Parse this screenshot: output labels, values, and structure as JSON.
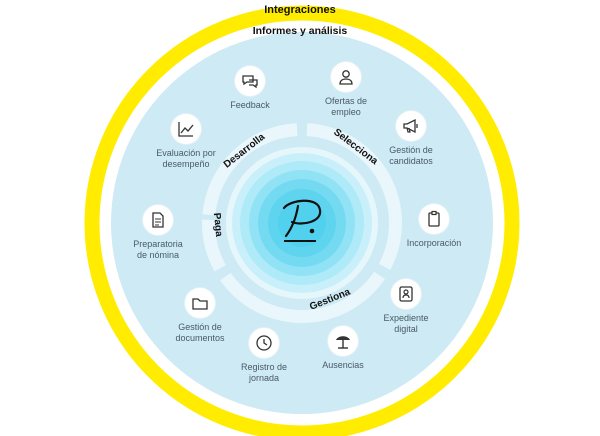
{
  "rings": {
    "outer_label": "Integraciones",
    "middle_label": "Informes y análisis"
  },
  "center": {
    "logo_text": "P.",
    "phases": [
      "Desarrolla",
      "Selecciona",
      "Gestiona",
      "Paga"
    ]
  },
  "modules": [
    {
      "id": "feedback",
      "label": [
        "Feedback"
      ],
      "icon": "chat-bubbles-icon"
    },
    {
      "id": "ofertas",
      "label": [
        "Ofertas de",
        "empleo"
      ],
      "icon": "person-icon"
    },
    {
      "id": "gestion-candidatos",
      "label": [
        "Gestión de",
        "candidatos"
      ],
      "icon": "megaphone-icon"
    },
    {
      "id": "incorporacion",
      "label": [
        "Incorporación"
      ],
      "icon": "clipboard-icon"
    },
    {
      "id": "expediente",
      "label": [
        "Expediente",
        "digital"
      ],
      "icon": "id-card-icon"
    },
    {
      "id": "ausencias",
      "label": [
        "Ausencias"
      ],
      "icon": "beach-umbrella-icon"
    },
    {
      "id": "registro-jornada",
      "label": [
        "Registro de",
        "jornada"
      ],
      "icon": "clock-icon"
    },
    {
      "id": "gestion-documentos",
      "label": [
        "Gestión de",
        "documentos"
      ],
      "icon": "folder-icon"
    },
    {
      "id": "nomina",
      "label": [
        "Preparatoria",
        "de nómina"
      ],
      "icon": "document-icon"
    },
    {
      "id": "evaluacion",
      "label": [
        "Evaluación por",
        "desempeño"
      ],
      "icon": "trend-chart-icon"
    }
  ],
  "colors": {
    "yellow": "#FFEC00",
    "light_blue": "#CDEAF5",
    "center_blue": "#4FD0EE",
    "text": "#4A5A66"
  }
}
